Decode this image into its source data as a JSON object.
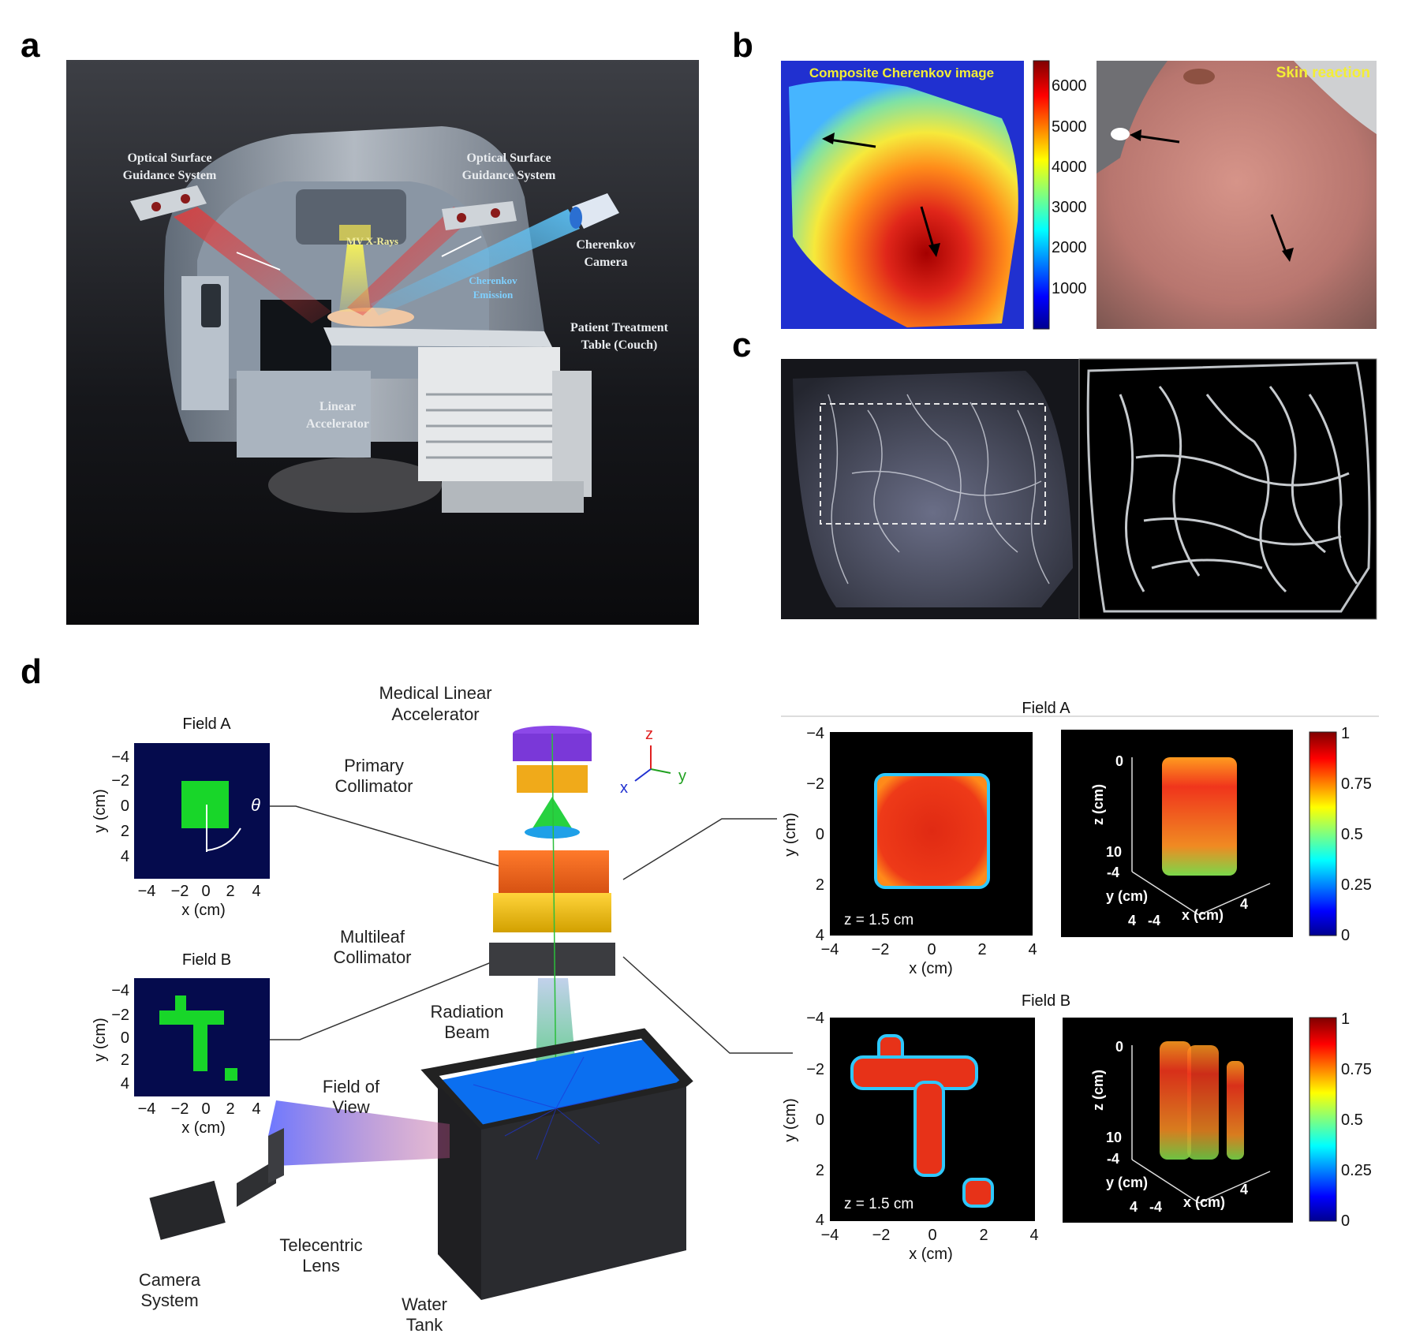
{
  "panels": {
    "a": {
      "letter": "a",
      "labels": {
        "osgs_left": [
          "Optical Surface",
          "Guidance System"
        ],
        "osgs_right": [
          "Optical Surface",
          "Guidance System"
        ],
        "mv_xrays": "MV X-Rays",
        "cherenkov_camera": [
          "Cherenkov",
          "Camera"
        ],
        "cherenkov_emission": [
          "Cherenkov",
          "Emission"
        ],
        "patient_table": [
          "Patient Treatment",
          "Table (Couch)"
        ],
        "linac": [
          "Linear",
          "Accelerator"
        ]
      }
    },
    "b": {
      "letter": "b",
      "left_title": "Composite Cherenkov image",
      "right_title": "Skin reaction",
      "colorbar_ticks": [
        "6000",
        "5000",
        "4000",
        "3000",
        "2000",
        "1000"
      ]
    },
    "c": {
      "letter": "c"
    },
    "d": {
      "letter": "d",
      "labels": {
        "medical_linac": [
          "Medical Linear",
          "Accelerator"
        ],
        "primary_collimator": [
          "Primary",
          "Collimator"
        ],
        "multileaf_collimator": [
          "Multileaf",
          "Collimator"
        ],
        "radiation_beam": [
          "Radiation",
          "Beam"
        ],
        "field_of_view": [
          "Field of",
          "View"
        ],
        "telecentric_lens": [
          "Telecentric",
          "Lens"
        ],
        "camera_system": [
          "Camera",
          "System"
        ],
        "water_tank": [
          "Water",
          "Tank"
        ],
        "axis_z": "z",
        "axis_y": "y",
        "axis_x": "x"
      },
      "field_a_small": {
        "title": "Field A",
        "y_ticks": [
          "−4",
          "−2",
          "0",
          "2",
          "4"
        ],
        "x_ticks": [
          "−4",
          "−2",
          "0",
          "2",
          "4"
        ],
        "xlabel": "x (cm)",
        "ylabel": "y (cm)",
        "theta": "θ"
      },
      "field_b_small": {
        "title": "Field B",
        "y_ticks": [
          "−4",
          "−2",
          "0",
          "2",
          "4"
        ],
        "x_ticks": [
          "−4",
          "−2",
          "0",
          "2",
          "4"
        ],
        "xlabel": "x (cm)",
        "ylabel": "y (cm)"
      },
      "field_a": {
        "title": "Field A",
        "y_ticks": [
          "−4",
          "−2",
          "0",
          "2",
          "4"
        ],
        "x_ticks": [
          "−4",
          "−2",
          "0",
          "2",
          "4"
        ],
        "xlabel": "x (cm)",
        "ylabel": "y (cm)",
        "z_note": "z = 1.5 cm",
        "vol_z_ticks": [
          "0",
          "10"
        ],
        "vol_y_ticks": [
          "-4",
          "4"
        ],
        "vol_x_ticks": [
          "-4",
          "4"
        ],
        "vol_zlabel": "z (cm)",
        "vol_ylabel": "y (cm)",
        "vol_xlabel": "x (cm)",
        "colorbar_ticks": [
          "1",
          "0.75",
          "0.5",
          "0.25",
          "0"
        ]
      },
      "field_b": {
        "title": "Field B",
        "y_ticks": [
          "−4",
          "−2",
          "0",
          "2",
          "4"
        ],
        "x_ticks": [
          "−4",
          "−2",
          "0",
          "2",
          "4"
        ],
        "xlabel": "x (cm)",
        "ylabel": "y (cm)",
        "z_note": "z = 1.5 cm",
        "vol_z_ticks": [
          "0",
          "10"
        ],
        "vol_y_ticks": [
          "-4",
          "4"
        ],
        "vol_x_ticks": [
          "-4",
          "4"
        ],
        "vol_zlabel": "z (cm)",
        "vol_ylabel": "y (cm)",
        "vol_xlabel": "x (cm)",
        "colorbar_ticks": [
          "1",
          "0.75",
          "0.5",
          "0.25",
          "0"
        ]
      }
    }
  },
  "colors": {
    "navy_bg": "#050b4d",
    "field_green": "#18d629",
    "dark_panel": "#1a1c22"
  }
}
